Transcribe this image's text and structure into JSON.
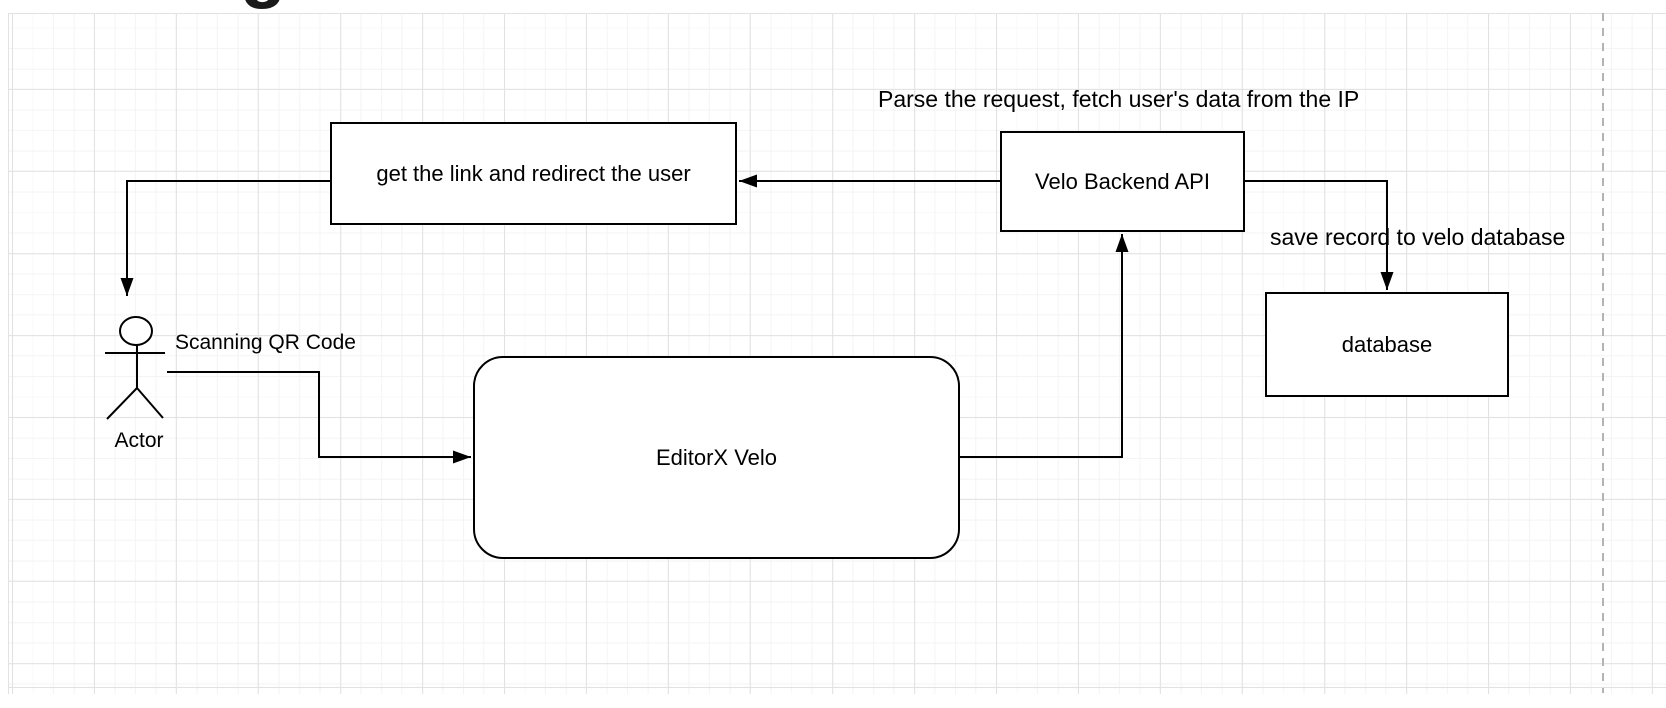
{
  "canvas": {
    "partial_title_glyph": "g",
    "background_color": "#ffffff",
    "grid_minor_color": "#f4f4f4",
    "grid_major_color": "#e2e2e2",
    "page_boundary_color": "#b3b3b3",
    "stroke_color": "#000000",
    "shape_fill_color": "#ffffff"
  },
  "diagram": {
    "nodes": {
      "get_link": {
        "label": "get the link and redirect the user",
        "shape": "rectangle"
      },
      "velo_backend_api": {
        "label": "Velo Backend API",
        "shape": "rectangle"
      },
      "editorx_velo": {
        "label": "EditorX Velo",
        "shape": "rounded-rectangle"
      },
      "database": {
        "label": "database",
        "shape": "rectangle"
      },
      "actor": {
        "label": "Actor",
        "shape": "actor-stick-figure"
      }
    },
    "annotations": {
      "parse_request": {
        "text": "Parse the request, fetch user's data from the IP"
      },
      "save_record": {
        "text": "save record to velo database"
      },
      "scanning_qr": {
        "text": "Scanning QR Code"
      }
    },
    "edges": [
      {
        "from": "Velo Backend API",
        "to": "get the link and redirect the user"
      },
      {
        "from": "get the link and redirect the user",
        "to": "Actor"
      },
      {
        "from": "Actor",
        "to": "EditorX Velo",
        "label": "Scanning QR Code"
      },
      {
        "from": "EditorX Velo",
        "to": "Velo Backend API"
      },
      {
        "from": "Velo Backend API",
        "to": "database",
        "label": "save record to velo database"
      }
    ]
  }
}
